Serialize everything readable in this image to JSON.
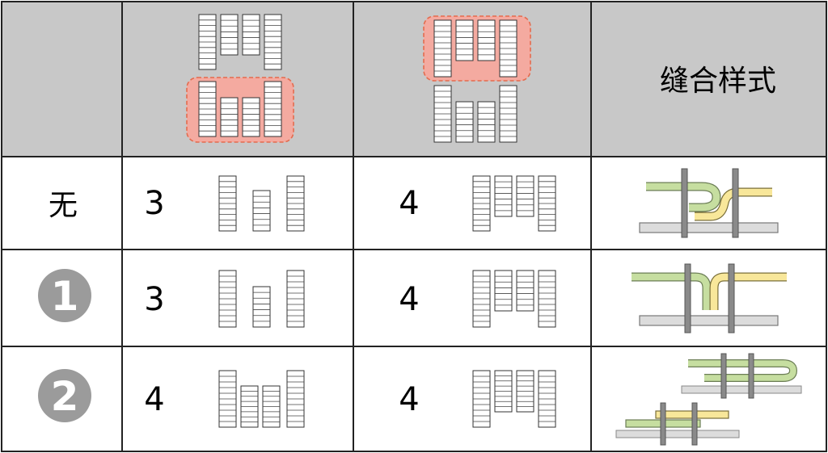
{
  "header": {
    "style_column_label": "缝合样式"
  },
  "rows": [
    {
      "label": "无",
      "label_kind": "text",
      "left_count": "3",
      "right_count": "4"
    },
    {
      "label": "1",
      "label_kind": "circle",
      "left_count": "3",
      "right_count": "4"
    },
    {
      "label": "2",
      "label_kind": "circle",
      "left_count": "4",
      "right_count": "4"
    }
  ],
  "colors": {
    "header_bg": "#c8c8c8",
    "grid_line": "#222222",
    "highlight_fill": "#f4aaa0",
    "highlight_border": "#e46b4e",
    "green_strip": "#c6dea0",
    "yellow_strip": "#f8e79a",
    "gray_bar": "#dcdcdc",
    "stitch_post": "#8a8a8a",
    "badge_fill": "#9b9b9b"
  }
}
